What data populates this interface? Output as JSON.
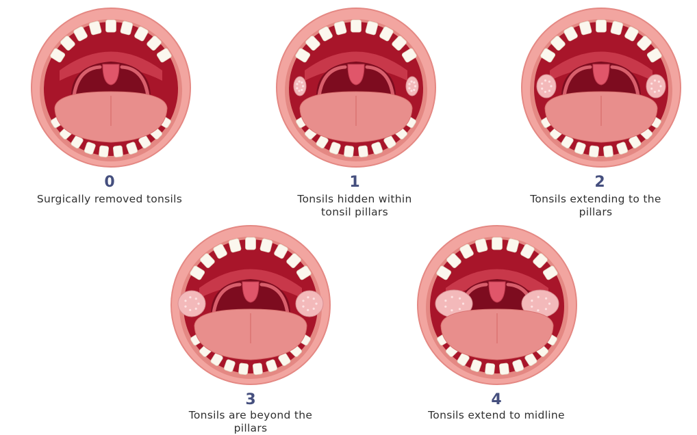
{
  "colors": {
    "grade_number": "#454f7e",
    "caption_text": "#2f2f2f",
    "lip": "#f2a5a0",
    "lip_shadow": "#e48883",
    "mouth_interior": "#a8152a",
    "throat": "#7d0c1f",
    "tongue": "#e88e8c",
    "teeth": "#fbf7ee",
    "tonsil": "#f3b9ba"
  },
  "grades": [
    {
      "number": "0",
      "caption_lines": [
        "Surgically removed tonsils"
      ],
      "tonsil_level": 0,
      "icon": "open-mouth-icon"
    },
    {
      "number": "1",
      "caption_lines": [
        "Tonsils hidden within",
        "tonsil pillars"
      ],
      "tonsil_level": 1,
      "icon": "open-mouth-icon"
    },
    {
      "number": "2",
      "caption_lines": [
        "Tonsils extending to the",
        "pillars"
      ],
      "tonsil_level": 2,
      "icon": "open-mouth-icon"
    },
    {
      "number": "3",
      "caption_lines": [
        "Tonsils are beyond the",
        "pillars"
      ],
      "tonsil_level": 3,
      "icon": "open-mouth-icon"
    },
    {
      "number": "4",
      "caption_lines": [
        "Tonsils extend to midline"
      ],
      "tonsil_level": 4,
      "icon": "open-mouth-icon"
    }
  ]
}
